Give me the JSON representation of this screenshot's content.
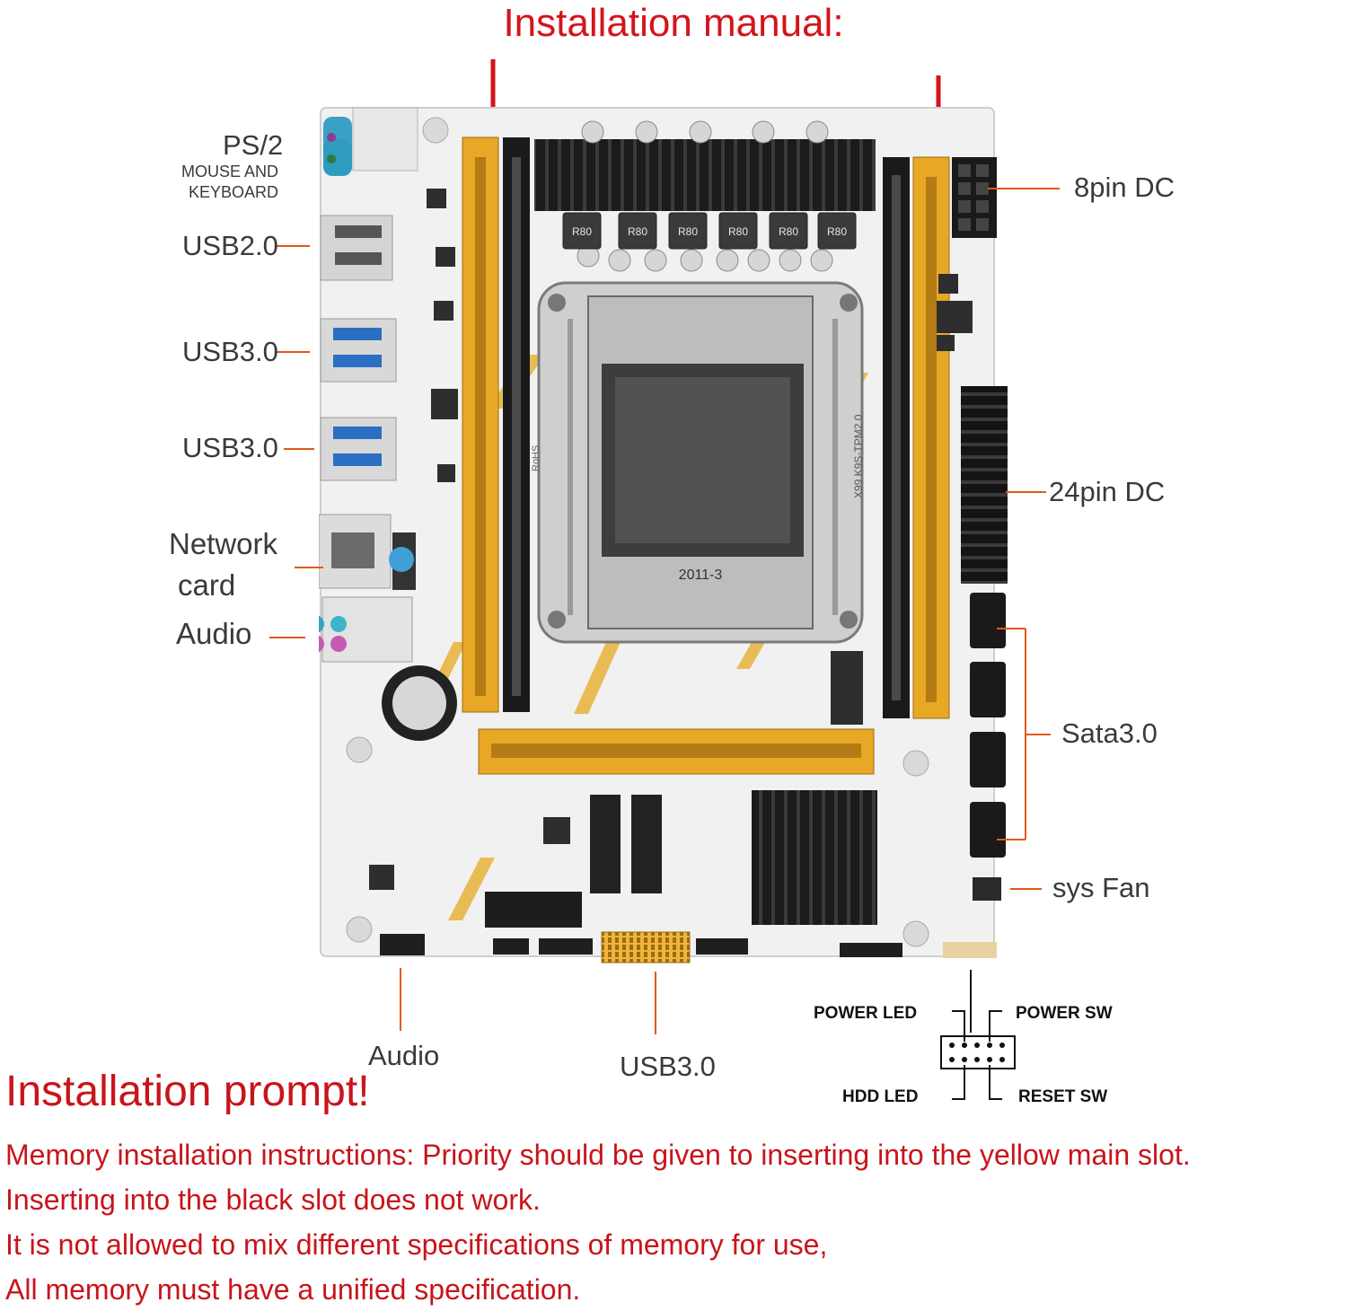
{
  "title": "Installation manual:",
  "labels": {
    "ps2": "PS/2",
    "ps2_sub_1": "MOUSE AND",
    "ps2_sub_2": "KEYBOARD",
    "usb20": "USB2.0",
    "usb30_a": "USB3.0",
    "usb30_b": "USB3.0",
    "network_1": "Network",
    "network_2": "card",
    "audio_rear": "Audio",
    "pin8": "8pin DC",
    "pin24": "24pin DC",
    "sata": "Sata3.0",
    "sysfan": "sys Fan",
    "audio_front": "Audio",
    "usb30_front": "USB3.0"
  },
  "panel_header": {
    "power_led": "POWER LED",
    "power_sw": "POWER SW",
    "hdd_led": "HDD LED",
    "reset_sw": "RESET SW"
  },
  "board_marks": {
    "socket": "2011-3",
    "model": "X99 K9S-TPM2.0",
    "rohs": "RoHS",
    "choke": "R80"
  },
  "prompt": {
    "title": "Installation prompt!",
    "lines": [
      "Memory installation instructions: Priority should be given to inserting into the yellow main slot.",
      "Inserting into the black slot does not work.",
      "It is not allowed to mix different specifications of memory for use,",
      "All memory must have a unified specification."
    ]
  },
  "colors": {
    "accent_red": "#d4141b",
    "slot_yellow": "#e8a826",
    "board_white": "#f1f1f1",
    "slot_black": "#1a1a1a"
  }
}
